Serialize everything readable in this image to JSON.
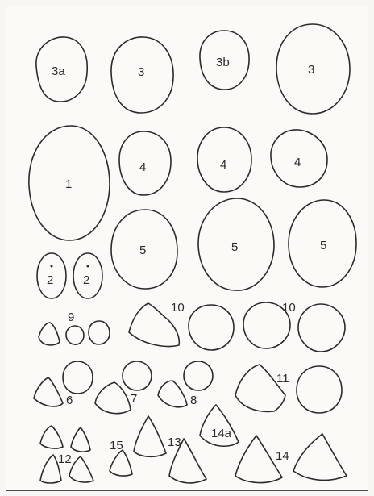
{
  "labels": {
    "l_3a": "3a",
    "l_3_top": "3",
    "l_3b": "3b",
    "l_3_right": "3",
    "l_1": "1",
    "l_4a": "4",
    "l_4b": "4",
    "l_4c": "4",
    "l_5a": "5",
    "l_5b": "5",
    "l_5c": "5",
    "l_2a": "2",
    "l_2b": "2",
    "l_9": "9",
    "l_10a": "10",
    "l_10b": "10",
    "l_11": "11",
    "l_6": "6",
    "l_7": "7",
    "l_8": "8",
    "l_14a": "14a",
    "l_15": "15",
    "l_13": "13",
    "l_12": "12",
    "l_14": "14"
  },
  "colors": {
    "stroke": "#2b2b2b",
    "paper": "#fbfaf7",
    "frame": "#4a4a4a"
  }
}
